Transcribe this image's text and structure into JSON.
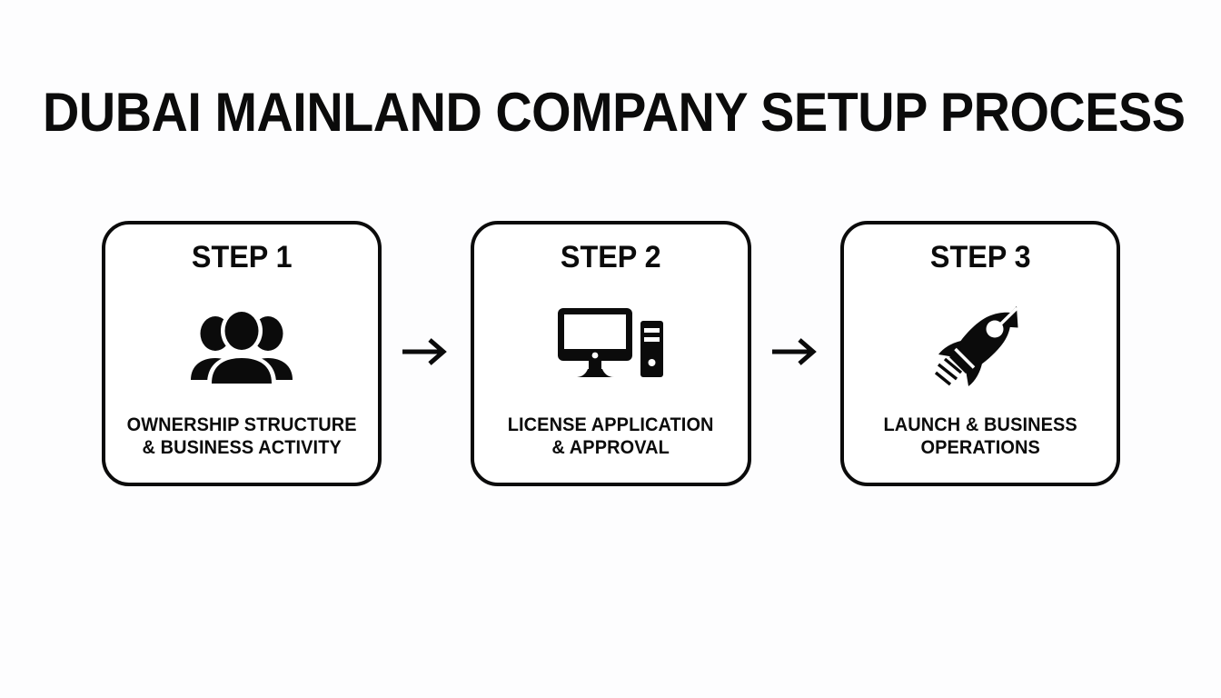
{
  "page": {
    "title": "DUBAI MAINLAND COMPANY SETUP PROCESS",
    "background_color": "#fdfdfe",
    "ink_color": "#0b0b0b"
  },
  "flow": {
    "arrow_icon": "arrow-right-icon",
    "steps": [
      {
        "heading": "STEP 1",
        "icon": "users-group-icon",
        "caption_line1": "OWNERSHIP STRUCTURE",
        "caption_line2": "& BUSINESS ACTIVITY"
      },
      {
        "heading": "STEP 2",
        "icon": "desktop-computer-icon",
        "caption_line1": "LICENSE APPLICATION",
        "caption_line2": "& APPROVAL"
      },
      {
        "heading": "STEP 3",
        "icon": "rocket-launch-icon",
        "caption_line1": "LAUNCH & BUSINESS",
        "caption_line2": "OPERATIONS"
      }
    ]
  }
}
